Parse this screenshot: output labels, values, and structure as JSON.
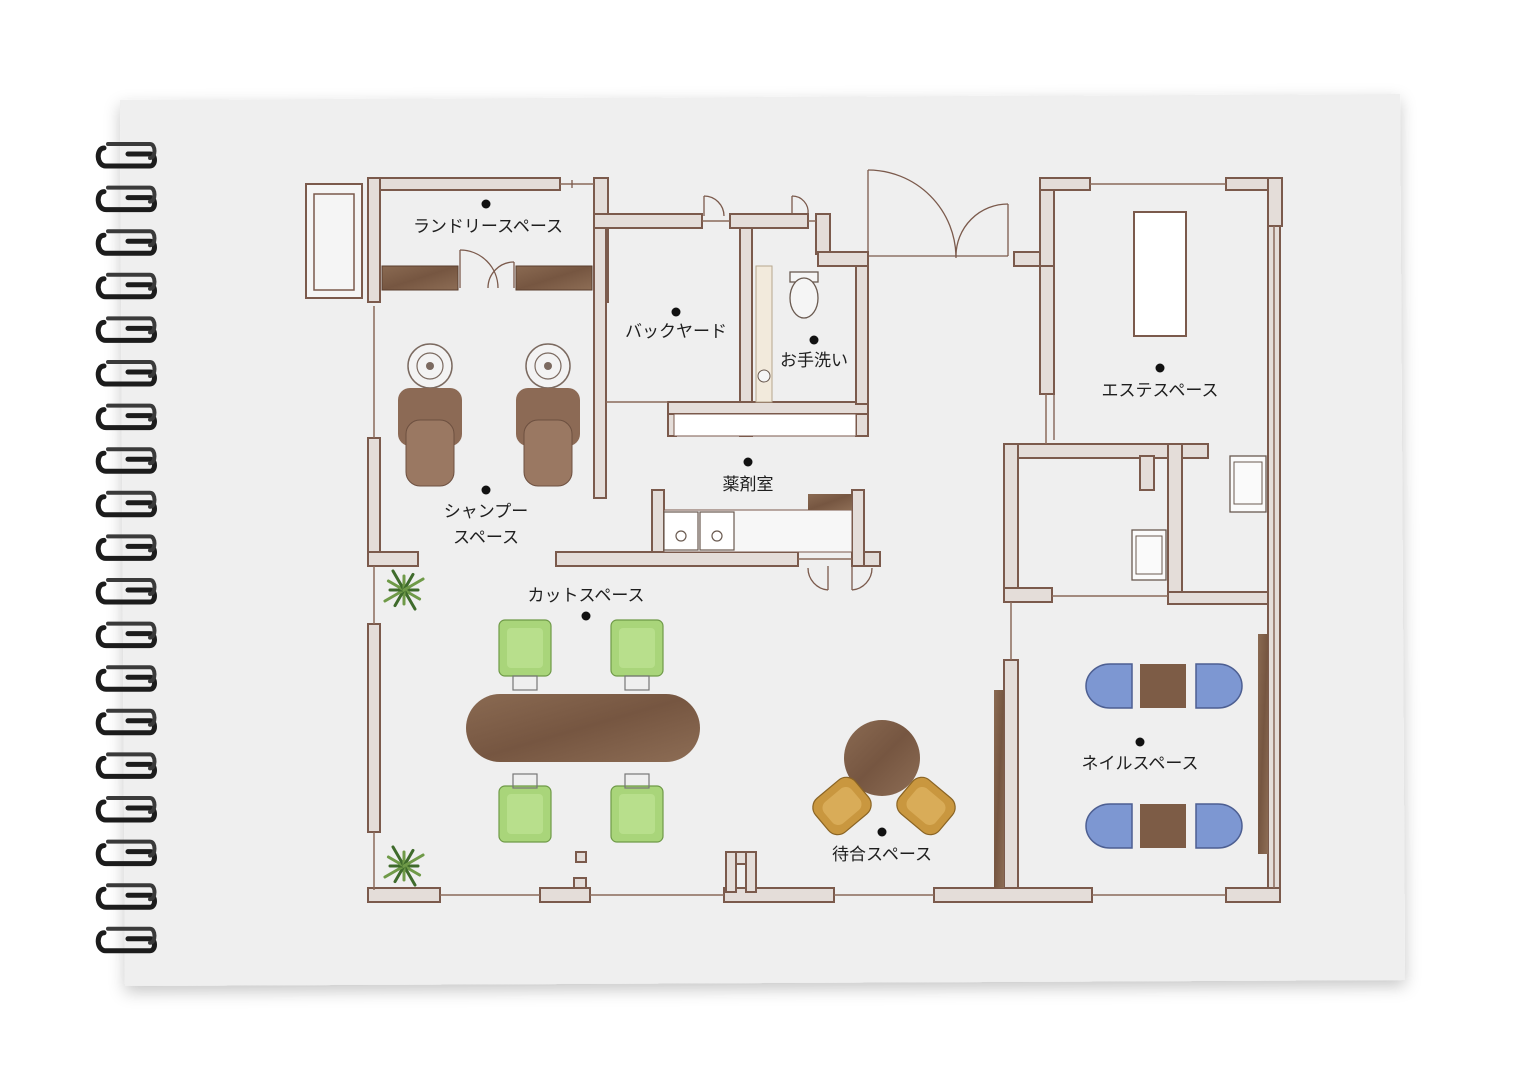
{
  "floor_plan": {
    "rooms": [
      {
        "id": "laundry",
        "label": "ランドリースペース"
      },
      {
        "id": "backyard",
        "label": "バックヤード"
      },
      {
        "id": "restroom",
        "label": "お手洗い"
      },
      {
        "id": "esthe",
        "label": "エステスペース"
      },
      {
        "id": "dispensary",
        "label": "薬剤室"
      },
      {
        "id": "shampoo",
        "label_lines": [
          "シャンプー",
          "スペース"
        ]
      },
      {
        "id": "cut",
        "label": "カットスペース"
      },
      {
        "id": "nail",
        "label": "ネイルスペース"
      },
      {
        "id": "waiting",
        "label": "待合スペース"
      }
    ]
  },
  "colors": {
    "wall_fill": "#e4ddd9",
    "wall_stroke": "#7b5a4c",
    "paper": "#efefef",
    "wood": "#7d5c46",
    "shampoo_chair": "#8c6a55",
    "cut_chair": "#a9d57a",
    "nail_chair": "#7d97d2",
    "waiting_chair": "#c9973f",
    "spiral": "#222222"
  }
}
